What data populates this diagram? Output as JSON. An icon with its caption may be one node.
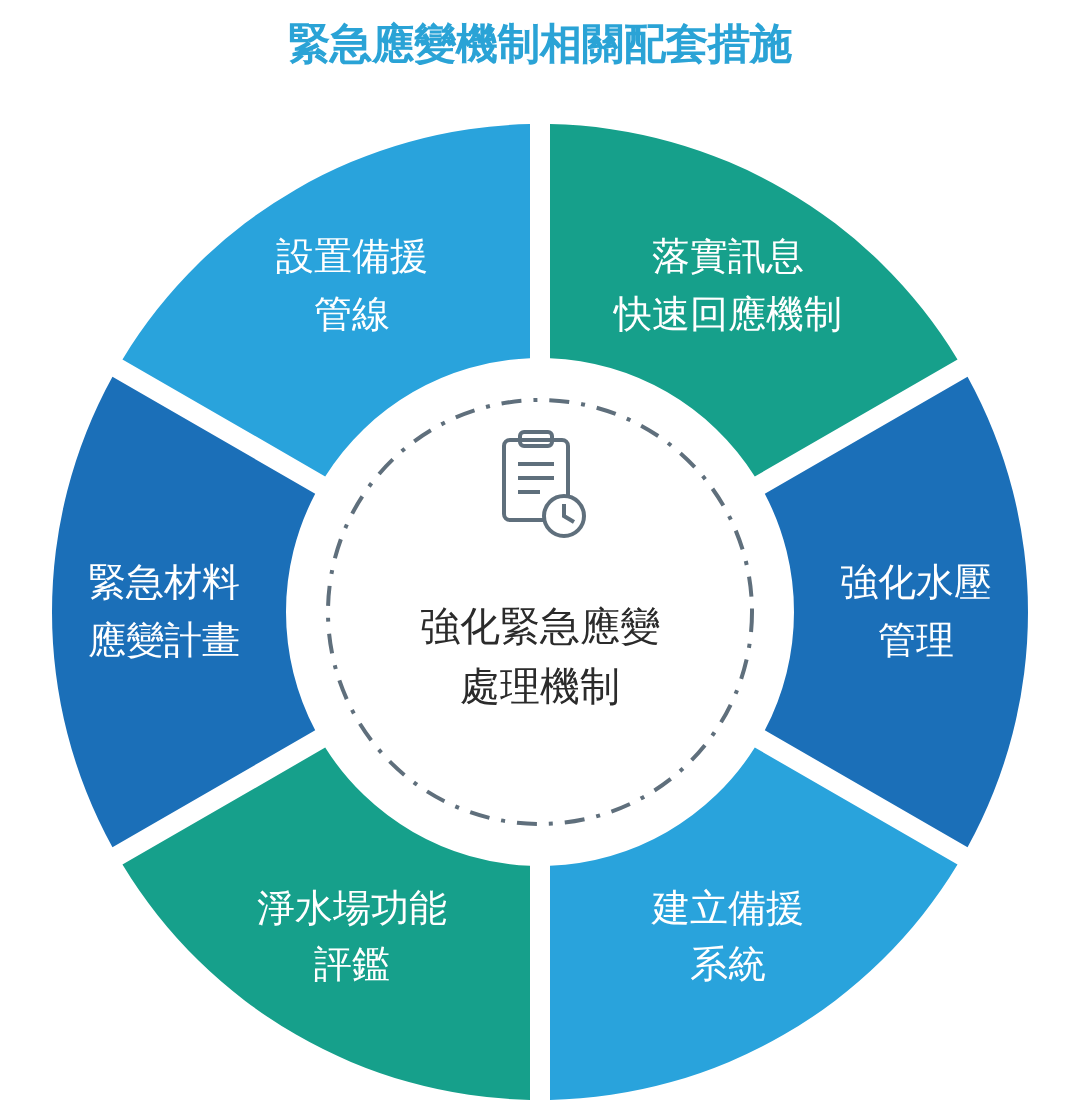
{
  "diagram": {
    "title": "緊急應變機制相關配套措施",
    "nodes": [
      {
        "text": [
          "設置備援管線"
        ]
      },
      {
        "text": [
          "落實訊息快速回應機制"
        ]
      },
      {
        "text": [
          "緊急材料應變計畫"
        ]
      },
      {
        "text": [
          "強化水壓管理"
        ]
      },
      {
        "text": [
          "強化緊急應變處理機制"
        ]
      },
      {
        "text": [
          "淨水場功能評鑑"
        ]
      },
      {
        "text": [
          "建立備援系統"
        ]
      }
    ]
  }
}
